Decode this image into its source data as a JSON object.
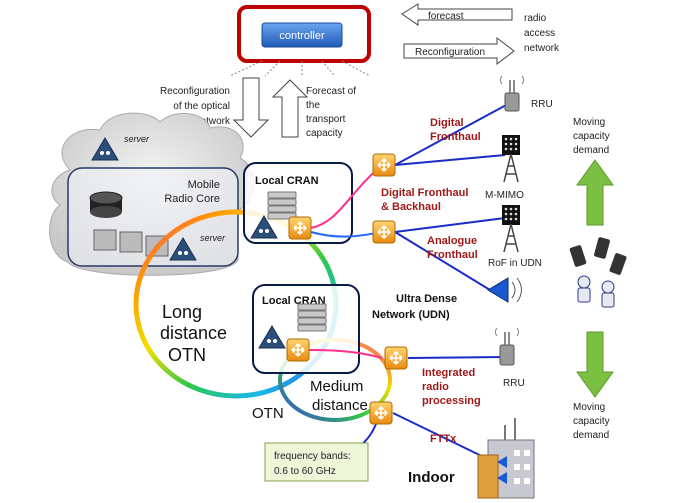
{
  "controller": {
    "label": "controller"
  },
  "arrows": {
    "forecast": "forecast",
    "reconfiguration": "Reconfiguration"
  },
  "ran": {
    "line1": "radio",
    "line2": "access",
    "line3": "network"
  },
  "labels": {
    "reconf_optical_1": "Reconfiguration",
    "reconf_optical_2": "of the optical",
    "reconf_optical_3": "network",
    "forecast_transport_1": "Forecast of",
    "forecast_transport_2": "the",
    "forecast_transport_3": "transport",
    "forecast_transport_4": "capacity",
    "server_top": "server",
    "server_bottom": "server",
    "mobile_core_1": "Mobile",
    "mobile_core_2": "Radio Core",
    "local_cran_top": "Local CRAN",
    "local_cran_bottom": "Local CRAN",
    "digital_fronthaul_1": "Digital",
    "digital_fronthaul_2": "Fronthaul",
    "dfb_1": "Digital Fronthaul",
    "dfb_2": "& Backhaul",
    "analogue_1": "Analogue",
    "analogue_2": "Fronthaul",
    "rru_top": "RRU",
    "mmimo": "M-MIMO",
    "rof": "RoF in UDN",
    "udn_1": "Ultra Dense",
    "udn_2": "Network (UDN)",
    "long_1": "Long",
    "long_2": "distance",
    "long_3": "OTN",
    "medium_1": "Medium",
    "medium_2": "distance",
    "otn": "OTN",
    "integrated_1": "Integrated",
    "integrated_2": "radio",
    "integrated_3": "processing",
    "rru_bottom": "RRU",
    "fttx": "FTTx",
    "indoor": "Indoor",
    "freq_1": "frequency bands:",
    "freq_2": "0.6 to 60 GHz",
    "moving_top_1": "Moving",
    "moving_top_2": "capacity",
    "moving_top_3": "demand",
    "moving_bottom_1": "Moving",
    "moving_bottom_2": "capacity",
    "moving_bottom_3": "demand"
  },
  "colors": {
    "controller_border": "#c00000",
    "controller_fill": "#2f6fd0",
    "fiber_blue": "#1a2cc8",
    "green_arrow": "#7cc043",
    "router": "#f0a020"
  }
}
